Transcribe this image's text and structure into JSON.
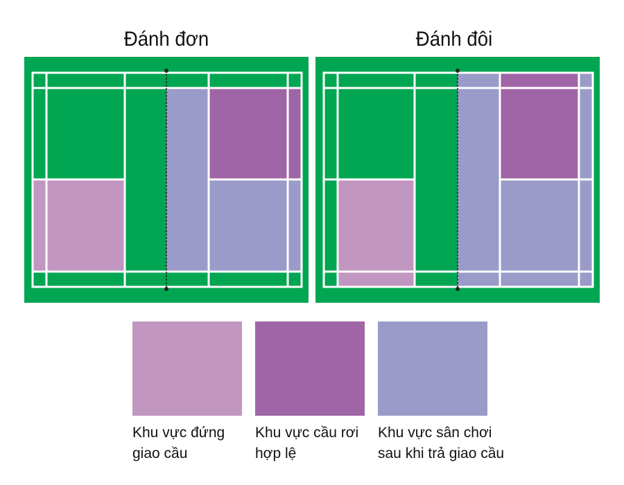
{
  "courts": [
    {
      "title": "Đánh đơn"
    },
    {
      "title": "Đánh đôi"
    }
  ],
  "colors": {
    "court": "#00a651",
    "lines": "#ffffff",
    "serve_stand": "#c196c0",
    "valid_land": "#9f65a6",
    "play_after_serve": "#9b9bc9"
  },
  "legend": [
    {
      "line1": "Khu vực đứng",
      "line2": "giao cầu",
      "color": "#c196c0"
    },
    {
      "line1": "Khu vực cầu rơi",
      "line2": "hợp lệ",
      "color": "#9f65a6"
    },
    {
      "line1": "Khu vực sân chơi",
      "line2": "sau khi trả giao cầu",
      "color": "#9b9bc9"
    }
  ]
}
